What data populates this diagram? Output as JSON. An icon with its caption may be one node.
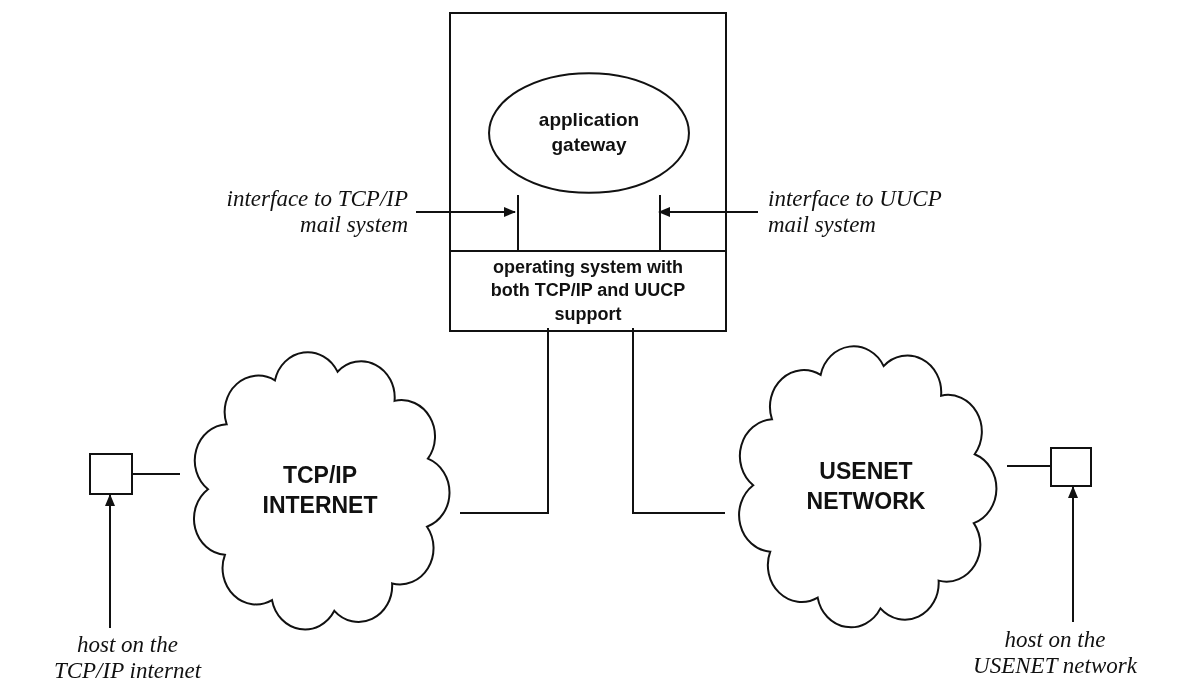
{
  "diagram": {
    "nodes": [
      {
        "text": [],
        "shape": "box"
      },
      {
        "text": [
          "application gateway"
        ],
        "in": 0
      },
      {
        "text": [],
        "shape": "box",
        "in": 0
      },
      {
        "text": [
          "interface to TCP/IP mail system"
        ]
      },
      {
        "text": [
          "interface to UUCP mail system"
        ]
      },
      {
        "text": [
          "operating system with both TCP/IP and UUCP support"
        ],
        "in": 0
      },
      {
        "text": [
          "TCP/IP INTERNET"
        ]
      },
      {
        "text": [
          "USENET NETWORK"
        ]
      },
      {
        "text": [],
        "shape": "box"
      },
      {
        "text": [],
        "shape": "box"
      },
      {
        "text": [
          "host on the TCP/IP internet"
        ]
      },
      {
        "text": [
          "host on the USENET network"
        ]
      }
    ],
    "edges": [
      {
        "from": 3,
        "to": 2,
        "arrow": "to"
      },
      {
        "from": 4,
        "to": 2,
        "arrow": "to"
      },
      {
        "from": 5,
        "to": 6,
        "arrow": "none"
      },
      {
        "from": 5,
        "to": 7,
        "arrow": "none"
      },
      {
        "from": 8,
        "to": 6,
        "arrow": "none"
      },
      {
        "from": 7,
        "to": 9,
        "arrow": "none"
      },
      {
        "from": 10,
        "to": 8,
        "arrow": "to"
      },
      {
        "from": 11,
        "to": 9,
        "arrow": "to"
      }
    ]
  }
}
